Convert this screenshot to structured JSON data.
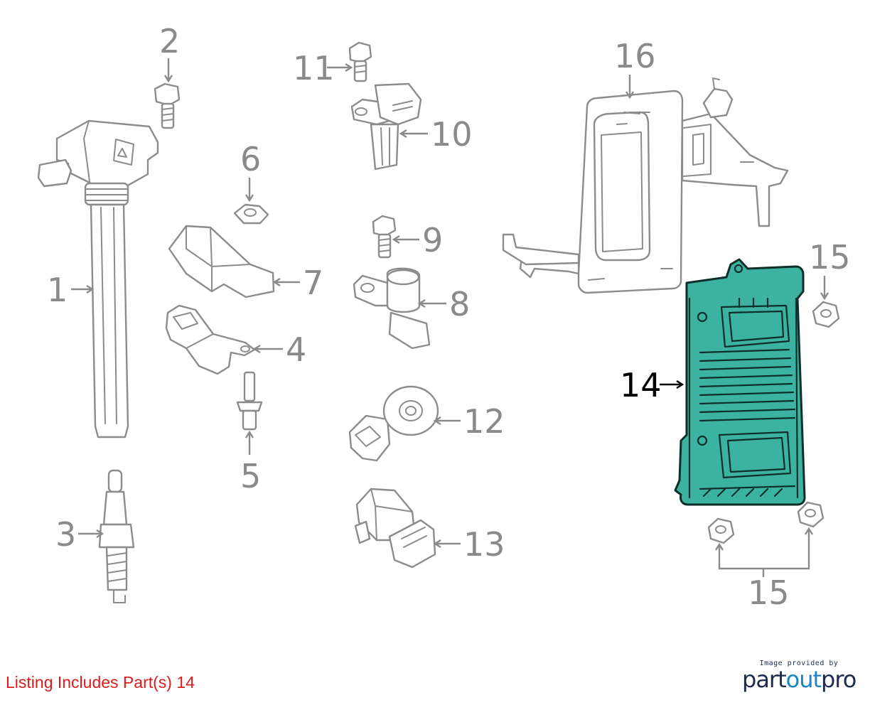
{
  "callouts": {
    "c1": "1",
    "c2": "2",
    "c3": "3",
    "c4": "4",
    "c5": "5",
    "c6": "6",
    "c7": "7",
    "c8": "8",
    "c9": "9",
    "c10": "10",
    "c11": "11",
    "c12": "12",
    "c13": "13",
    "c14": "14",
    "c15a": "15",
    "c15b": "15",
    "c16": "16"
  },
  "highlighted_part": "14",
  "colors": {
    "highlight_fill": "#3bb3a0",
    "line": "#8c8c8c",
    "label": "#8a8a8a",
    "footer_note": "#e01b1b",
    "brand_dark": "#1d2b4f",
    "brand_light": "#1d84c6"
  },
  "footer": {
    "note": "Listing Includes Part(s) 14"
  },
  "credit": {
    "caption": "Image provided by",
    "logo_part": "part",
    "logo_out": "out",
    "logo_pro": "pro"
  }
}
